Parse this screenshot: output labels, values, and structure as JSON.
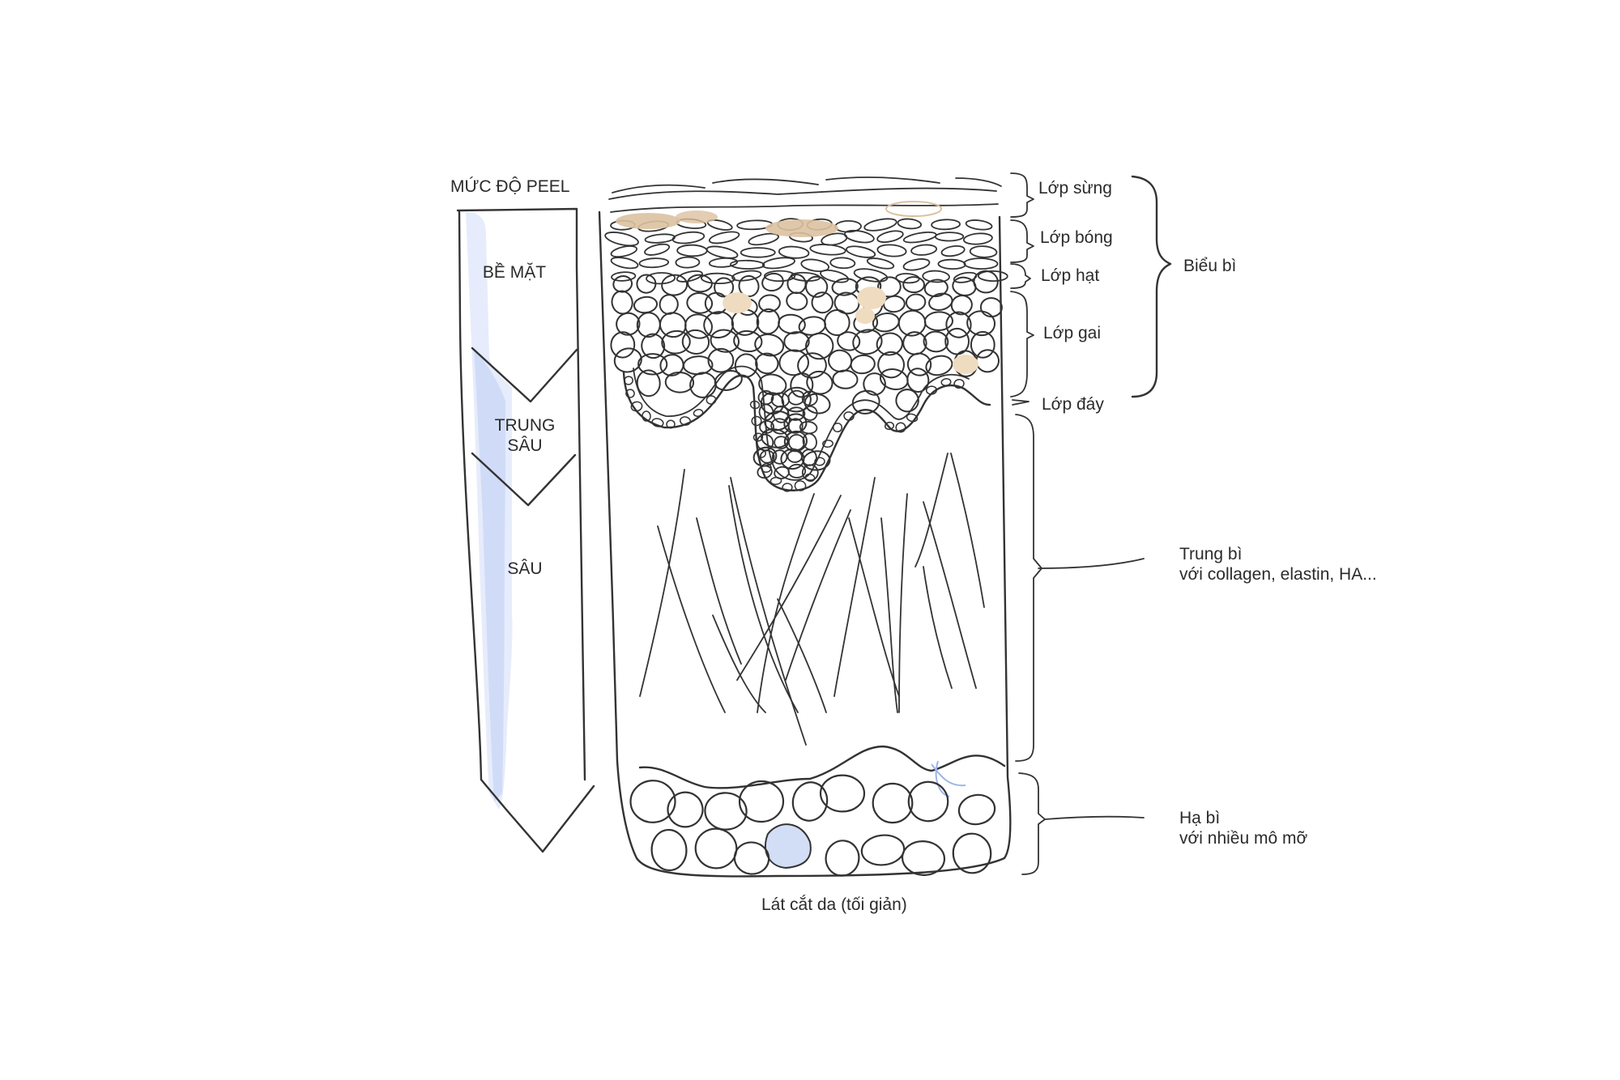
{
  "peel_column": {
    "title": "MỨC ĐỘ PEEL",
    "levels": [
      "BỀ MẶT",
      "TRUNG SÂU",
      "SÂU"
    ]
  },
  "layers": {
    "epidermis_sublayers": [
      "Lớp sừng",
      "Lớp bóng",
      "Lớp hạt",
      "Lớp gai",
      "Lớp đáy"
    ],
    "epidermis_group": "Biểu bì",
    "dermis": [
      "Trung bì",
      "với collagen, elastin, HA..."
    ],
    "hypodermis": [
      "Hạ bì",
      "với nhiều mô mỡ"
    ]
  },
  "caption": "Lát cắt da (tối giản)",
  "colors": {
    "ink": "#333333",
    "peel_blue_light": "#e6ecfb",
    "peel_blue": "#d0dcf7",
    "fat_cell_blue": "#d2ddf6",
    "melanin_tan": "#dcc1a0",
    "pigment_pale": "#efdcc0"
  }
}
